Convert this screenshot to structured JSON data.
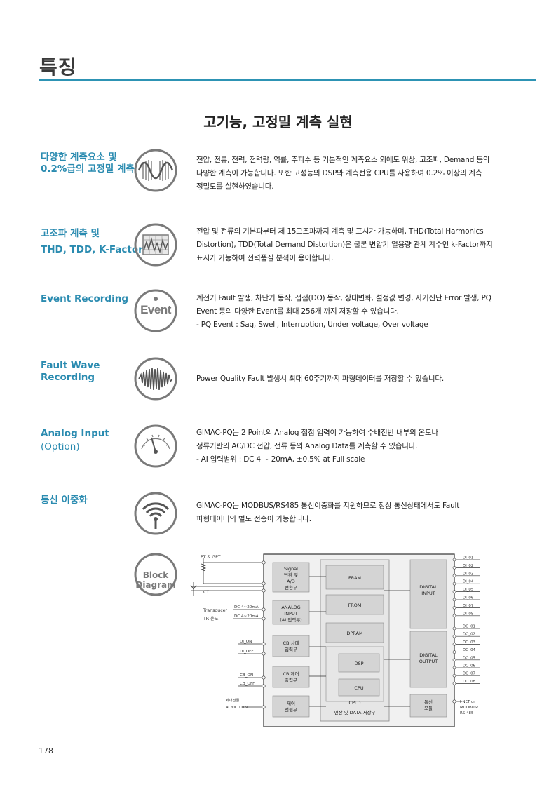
{
  "page_title": "특징",
  "headline": "고기능, 고정밀 계측 실현",
  "features": [
    {
      "title_lines": [
        "다양한 계측요소 및",
        "0.2%급의 고정밀 계측"
      ],
      "desc_lines": [
        "전압, 전류, 전력, 전력량, 역률, 주파수 등 기본적인 계측요소 외에도 위상, 고조파, Demand 등의",
        "다양한 계측이 가능합니다. 또한 고성능의 DSP와 계측전용 CPU를 사용하여 0.2% 이상의 계측",
        "정밀도를 실현하였습니다."
      ]
    },
    {
      "title_lines": [
        "고조파 계측 및",
        "THD, TDD, K-Factor"
      ],
      "desc_lines": [
        "전압 및 전류의 기본파부터 제 15고조파까지 계측 및 표시가 가능하며, THD(Total Harmonics",
        "Distortion), TDD(Total Demand Distortion)은 물론 변압기 열용량 관계 계수인 k-Factor까지",
        "표시가 가능하여 전력품질 분석이 용이합니다."
      ]
    },
    {
      "title_lines": [
        "Event Recording"
      ],
      "icon_text": "Event",
      "desc_lines": [
        "계전기 Fault 발생, 차단기 동작, 접점(DO) 동작, 상태변화, 설정값 변경, 자기진단 Error 발생, PQ",
        "Event 등의 다양한 Event를 최대 256개 까지 저장할 수 있습니다.",
        "- PQ Event : Sag, Swell, Interruption, Under voltage, Over voltage"
      ]
    },
    {
      "title_lines": [
        "Fault Wave",
        "Recording"
      ],
      "desc_lines": [
        "Power Quality Fault 발생시 최대 60주기까지 파형데이터를 저장할 수 있습니다."
      ]
    },
    {
      "title_lines": [
        "Analog Input"
      ],
      "title_sub": "(Option)",
      "desc_lines": [
        "GIMAC-PQ는 2 Point의 Analog 접점 입력이 가능하여 수배전반 내부의 온도나",
        "정류기반의 AC/DC 전압, 전류 등의 Analog Data를 계측할 수 있습니다.",
        "- AI 입력범위 : DC 4 ~ 20mA, ±0.5% at Full scale"
      ]
    },
    {
      "title_lines": [
        "통신 이중화"
      ],
      "desc_lines": [
        "GIMAC-PQ는 MODBUS/RS485 통신이중화를 지원하므로 정상 통신상태에서도 Fault",
        "파형데이터의 별도 전송이 가능합니다."
      ]
    }
  ],
  "block_diagram": {
    "badge_lines": [
      "Block",
      "Diagram"
    ],
    "inputs": {
      "pt": "PT & GPT",
      "ct": "CT",
      "transducer": "Transducer",
      "tr_temp": "TR 온도",
      "dc1": "DC 4~20mA",
      "dc2": "DC 4~20mA",
      "di_on": "DI_ON",
      "di_off": "DI_OFF",
      "cb_on": "CB_ON",
      "cb_off": "CB_OFF",
      "power_lines": [
        "제어전원",
        "AC/DC 110V"
      ]
    },
    "blocks": {
      "signal": [
        "Signal",
        "변환 및",
        "A/D",
        "변환부"
      ],
      "analog": [
        "ANALOG",
        "INPUT",
        "(AI 입력부)"
      ],
      "cb_input": [
        "CB 상태",
        "입력부"
      ],
      "cb_output": [
        "CB 제어",
        "출력부"
      ],
      "control_power": [
        "제어",
        "전원부"
      ],
      "fram": "FRAM",
      "from": "FROM",
      "dpram": "DPRAM",
      "dsp": "DSP",
      "cpu": "CPU",
      "cpld": "CPLD",
      "cpld_sub": "연산 및 DATA 저장부",
      "digital_input": [
        "DIGITAL",
        "INPUT"
      ],
      "digital_output": [
        "DIGITAL",
        "OUTPUT"
      ],
      "comm": [
        "통신",
        "모듈"
      ]
    },
    "di_labels": [
      "DI_01",
      "DI_02",
      "DI_03",
      "DI_04",
      "DI_05",
      "DI_06",
      "DI_07",
      "DI_08"
    ],
    "do_labels": [
      "DO_01",
      "DO_02",
      "DO_03",
      "DO_04",
      "DO_05",
      "DO_06",
      "DO_07",
      "DO_08"
    ],
    "comm_lines": [
      "I-NET or",
      "MODBUS/",
      "RS-485"
    ]
  },
  "page_number": "178",
  "colors": {
    "accent": "#2a8bb0",
    "rule": "#2d93b4",
    "icon_gray": "#7a7a7a",
    "block_gray": "#d4d4d4"
  }
}
